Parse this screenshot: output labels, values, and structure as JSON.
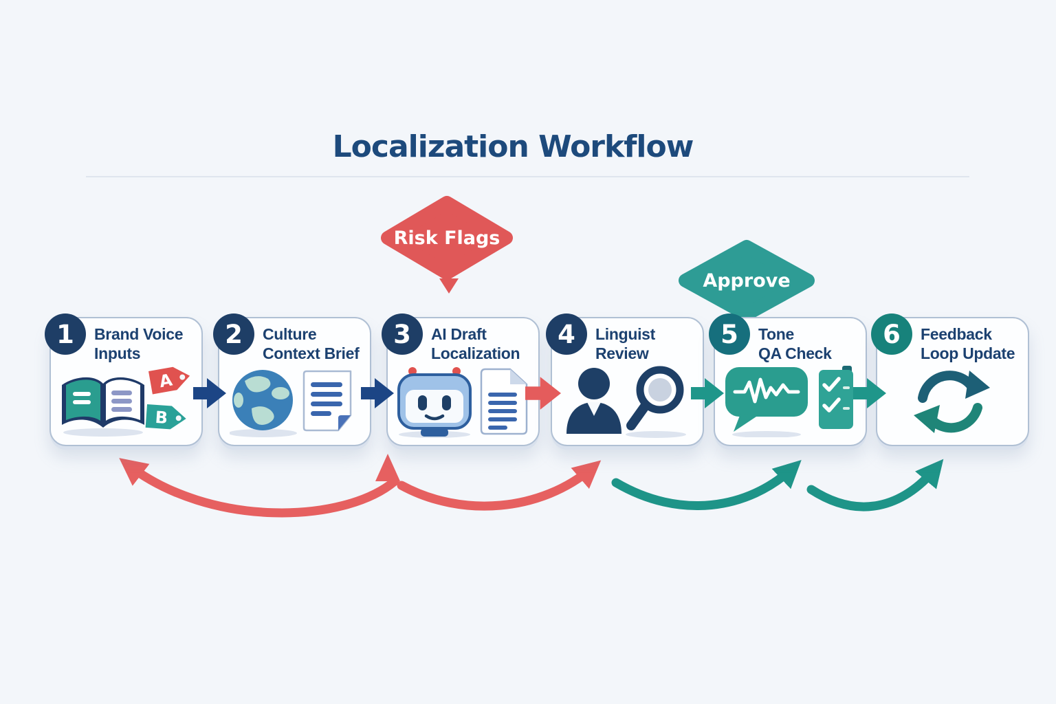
{
  "title": "Localization Workflow",
  "diamonds": {
    "risk": {
      "label": "Risk Flags",
      "color": "#e05858"
    },
    "approve": {
      "label": "Approve",
      "color": "#2e9c95"
    }
  },
  "steps": [
    {
      "number": "1",
      "title_line1": "Brand Voice",
      "title_line2": "Inputs",
      "icons": [
        "open-book-icon",
        "tag-a-icon",
        "tag-b-icon"
      ],
      "tags": [
        {
          "label": "A",
          "color": "#e0524f"
        },
        {
          "label": "B",
          "color": "#2aa198"
        }
      ]
    },
    {
      "number": "2",
      "title_line1": "Culture",
      "title_line2": "Context Brief",
      "icons": [
        "globe-icon",
        "document-icon"
      ]
    },
    {
      "number": "3",
      "title_line1": "AI Draft",
      "title_line2": "Localization",
      "icons": [
        "robot-icon",
        "document-icon"
      ]
    },
    {
      "number": "4",
      "title_line1": "Linguist",
      "title_line2": "Review",
      "icons": [
        "person-icon",
        "magnifier-icon"
      ]
    },
    {
      "number": "5",
      "title_line1": "Tone",
      "title_line2": "QA Check",
      "icons": [
        "speech-waveform-icon",
        "checklist-icon"
      ]
    },
    {
      "number": "6",
      "title_line1": "Feedback",
      "title_line2": "Loop Update",
      "icons": [
        "refresh-loop-icon"
      ]
    }
  ],
  "palette": {
    "background": "#f3f6fa",
    "title_navy": "#1d4a7c",
    "card_border": "#b0c0d4",
    "badge_navy": "#1e3e66",
    "badge_teal_step5": "#166f7d",
    "badge_teal_step6": "#17827b",
    "flow_arrow_navy": "#1c4585",
    "flow_arrow_red": "#e45c5c",
    "flow_arrow_teal": "#1f968a",
    "loop_red": "#e66060",
    "loop_teal": "#1e9488"
  }
}
